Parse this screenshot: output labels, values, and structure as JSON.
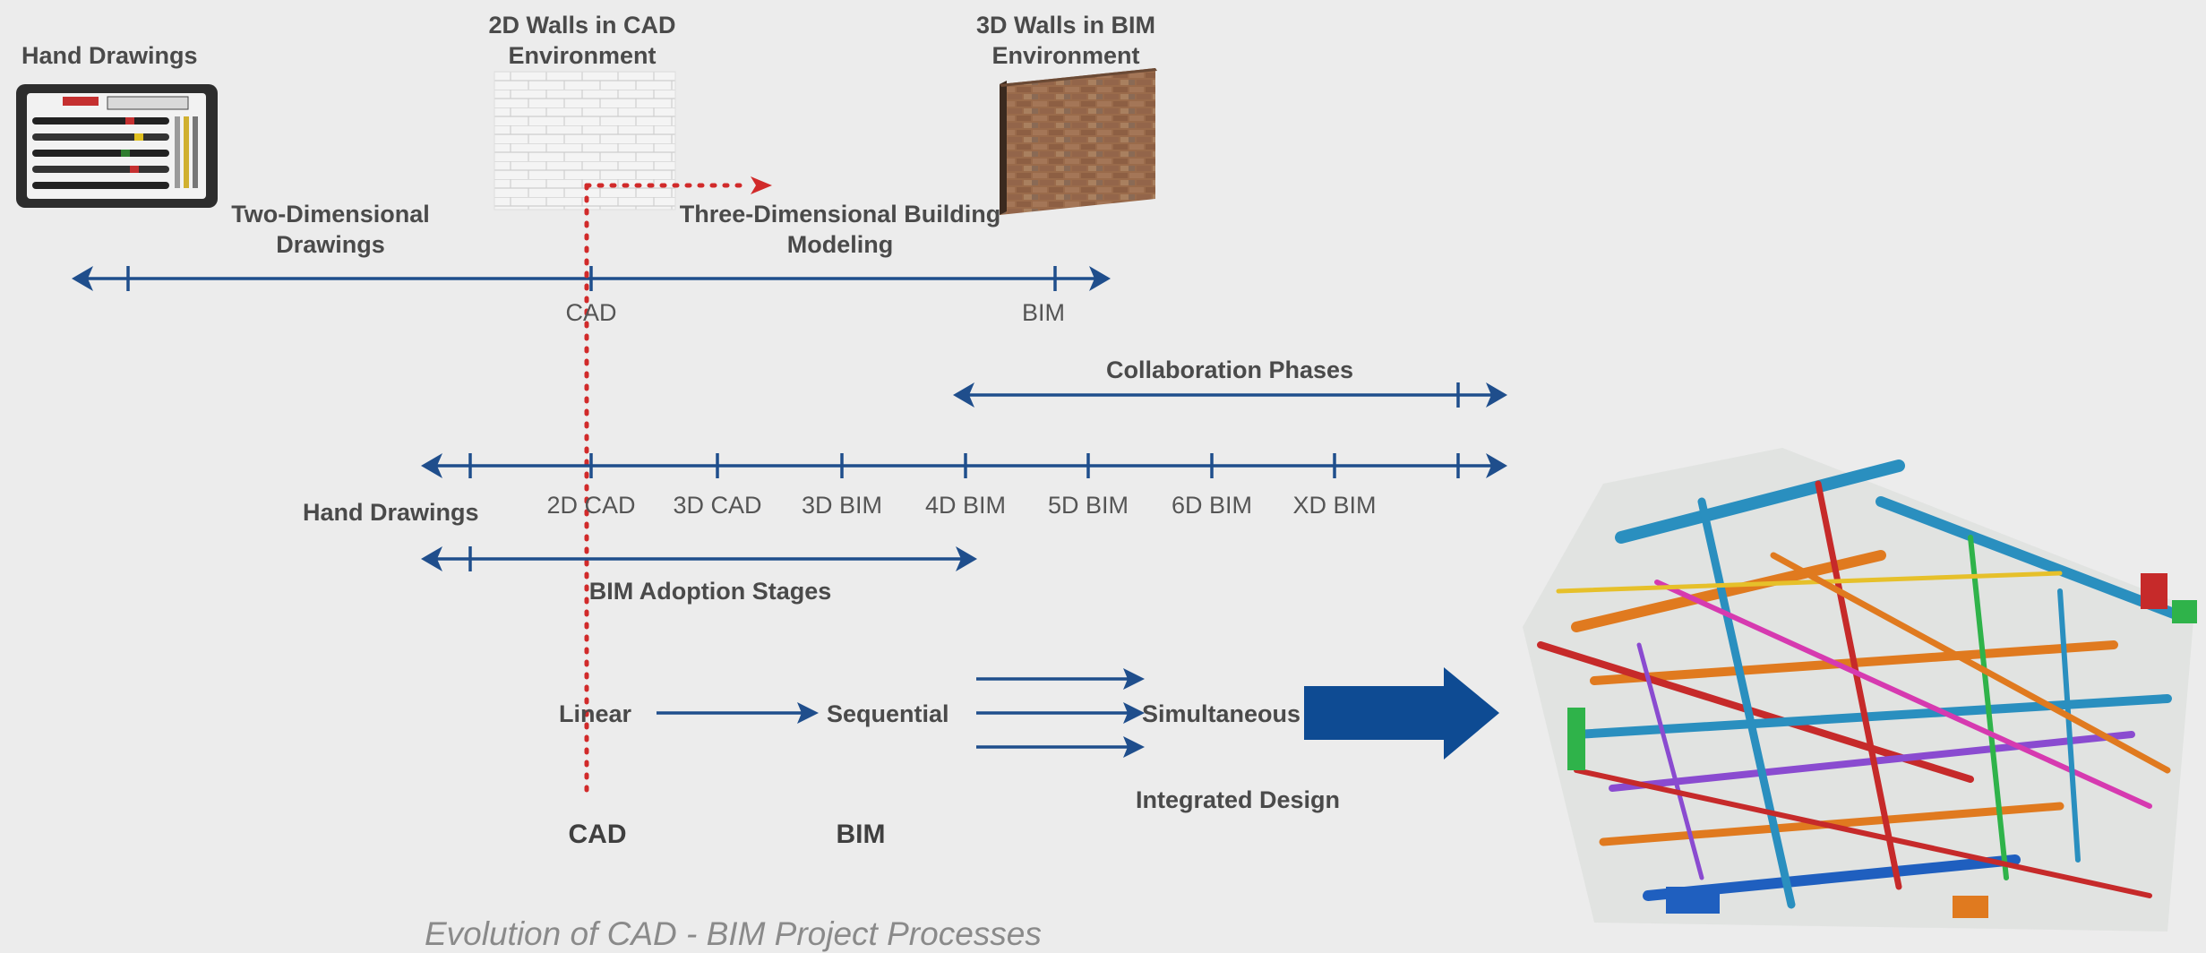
{
  "colors": {
    "axis": "#1f4e8c",
    "red_dots": "#d12a2a",
    "text": "#4a4a4a",
    "caption": "#8a8a8a",
    "big_arrow": "#0e4b93"
  },
  "top": {
    "hand_drawings": "Hand Drawings",
    "cad_walls": [
      "2D Walls in CAD",
      "Environment"
    ],
    "bim_walls": [
      "3D Walls in BIM",
      "Environment"
    ],
    "two_dim": [
      "Two-Dimensional",
      "Drawings"
    ],
    "three_dim": [
      "Three-Dimensional Building",
      "Modeling"
    ],
    "axis_labels": [
      "CAD",
      "BIM"
    ]
  },
  "middle": {
    "collaboration": "Collaboration Phases",
    "hand_drawings": "Hand Drawings",
    "stages": [
      "2D CAD",
      "3D CAD",
      "3D BIM",
      "4D BIM",
      "5D BIM",
      "6D BIM",
      "XD BIM"
    ],
    "adoption": "BIM Adoption Stages"
  },
  "bottom": {
    "linear": "Linear",
    "sequential": "Sequential",
    "simultaneous": "Simultaneous",
    "integrated": "Integrated Design",
    "cad": "CAD",
    "bim": "BIM"
  },
  "caption": "Evolution of CAD - BIM Project Processes",
  "icons": [
    "drafting-pen-set-image",
    "brick-wall-2d-image",
    "brick-wall-3d-image",
    "bim-mep-model-image"
  ]
}
